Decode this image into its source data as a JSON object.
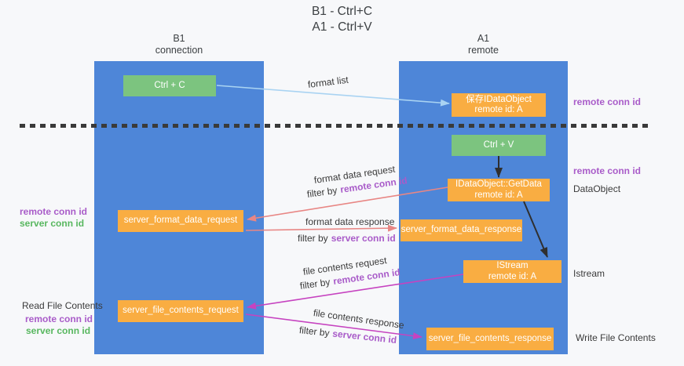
{
  "title": {
    "line1": "B1 - Ctrl+C",
    "line2": "A1 - Ctrl+V"
  },
  "lanes": {
    "b1": {
      "name": "B1",
      "role": "connection"
    },
    "a1": {
      "name": "A1",
      "role": "remote"
    }
  },
  "nodes": {
    "ctrl_c": {
      "label": "Ctrl + C"
    },
    "save_idataobject": {
      "line1": "保存IDataObject",
      "line2": "remote id: A"
    },
    "ctrl_v": {
      "label": "Ctrl + V"
    },
    "getdata": {
      "line1": "IDataObject::GetData",
      "line2": "remote id: A"
    },
    "format_request": {
      "label": "server_format_data_request"
    },
    "format_response": {
      "label": "server_format_data_response"
    },
    "istream": {
      "line1": "IStream",
      "line2": "remote id: A"
    },
    "file_request": {
      "label": "server_file_contents_request"
    },
    "file_response": {
      "label": "server_file_contents_response"
    }
  },
  "edges": {
    "format_list": {
      "label": "format list"
    },
    "format_request": {
      "label": "format data request",
      "filter_prefix": "filter by",
      "filter_key": "remote conn id"
    },
    "format_response": {
      "label": "format data response",
      "filter_prefix": "filter by",
      "filter_key": "server conn id"
    },
    "file_request": {
      "label": "file contents request",
      "filter_prefix": "filter by",
      "filter_key": "remote conn id"
    },
    "file_response": {
      "label": "file contents response",
      "filter_prefix": "filter by",
      "filter_key": "server conn id"
    }
  },
  "side_labels": {
    "right_remote_conn_top": "remote conn id",
    "right_remote_conn_mid": "remote conn id",
    "dataobject": "DataObject",
    "istream": "Istream",
    "write_file": "Write File Contents",
    "left_remote_conn_top": "remote conn id",
    "left_server_conn_top": "server conn id",
    "read_file": "Read File Contents",
    "left_remote_conn_bottom": "remote conn id",
    "left_server_conn_bottom": "server conn id"
  },
  "colors": {
    "lane_blue": "#4e86d8",
    "node_orange": "#f9ad42",
    "node_green": "#7cc47f",
    "arrow_light_blue": "#a9d3f2",
    "arrow_salmon": "#e88684",
    "arrow_magenta": "#c643c0",
    "arrow_black": "#2f2f2f",
    "text_purple": "#a95cc9",
    "text_green": "#58b75f",
    "background": "#f7f8fa"
  }
}
